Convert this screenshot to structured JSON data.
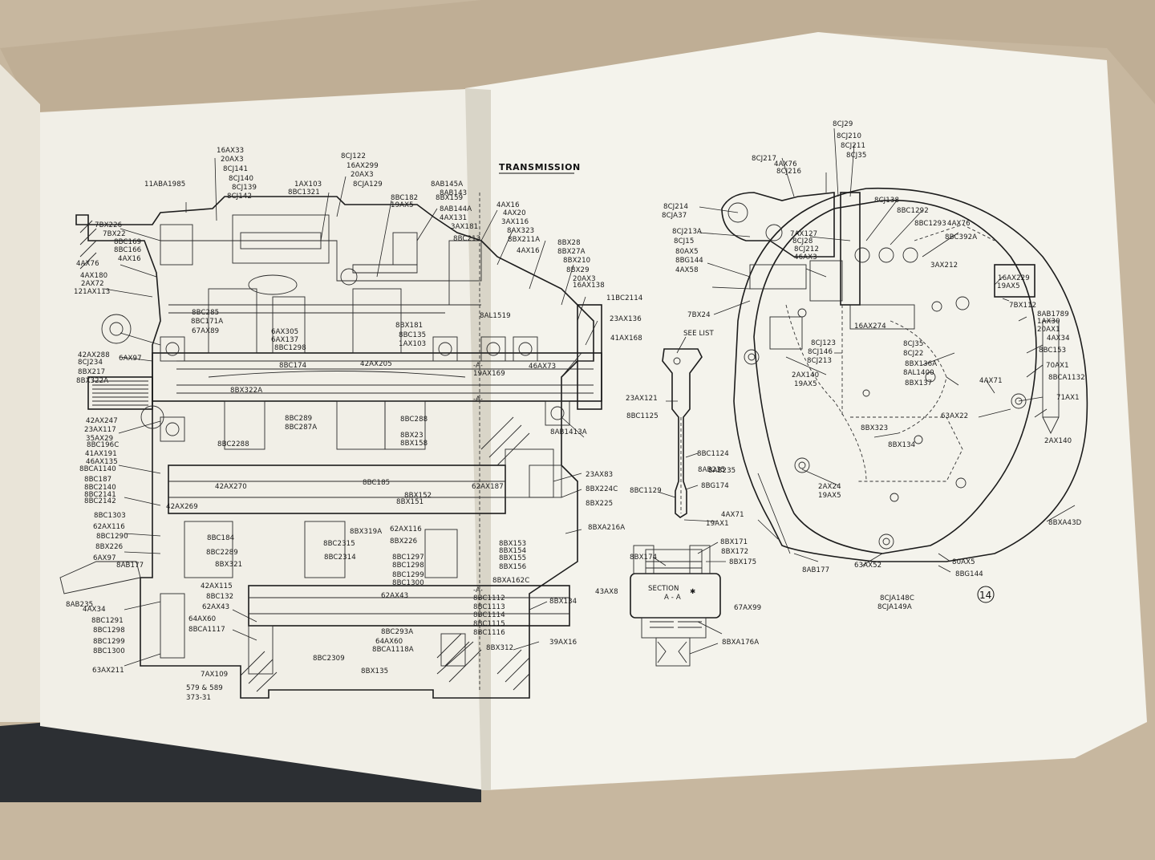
{
  "page": {
    "title": "TRANSMISSION",
    "page_number": "14"
  },
  "section_label": "SECTION\nA - A",
  "section_markers": [
    "-A-",
    "-A-",
    "-A-"
  ],
  "see_list": "SEE LIST",
  "drawing_refs": [
    "579 & 589",
    "373-31"
  ],
  "left_labels": [
    "16AX33",
    "20AX3",
    "8CJ141",
    "8CJ140",
    "8CJ139",
    "8CJ142",
    "11ABA1985",
    "8CJ122",
    "16AX299",
    "20AX3",
    "8CJA129",
    "1AX103",
    "8BC1321",
    "8BC182",
    "19AX5",
    "8BX159",
    "8AB145A",
    "8AB143",
    "8AB144A",
    "4AX131",
    "3AX181",
    "8BC213",
    "7BX226",
    "7BX22",
    "8BC169",
    "8BC166",
    "4AX16",
    "4AX76",
    "4AX180",
    "2AX72",
    "121AX113",
    "8BC285",
    "8BC171A",
    "67AX89",
    "6AX305",
    "6AX137",
    "8BC1298",
    "8BX181",
    "8BC135",
    "1AX103",
    "42AX288",
    "8CJ234",
    "6AX97",
    "8BX217",
    "8BX322A",
    "8BC174",
    "42AX205",
    "8AL1519",
    "8BX322A",
    "42AX247",
    "23AX117",
    "35AX29",
    "8BC196C",
    "41AX191",
    "46AX135",
    "8BCA1140",
    "8BC187",
    "8BC2140",
    "8BC2141",
    "8BC2142",
    "8BC2288",
    "8BC289",
    "8BC287A",
    "8BC288",
    "8BX23",
    "8BX158",
    "42AX270",
    "42AX269",
    "8BC185",
    "8BX152",
    "8BX151",
    "62AX187",
    "8BC1303",
    "62AX116",
    "8BC1290",
    "8BX226",
    "6AX97",
    "8AB177",
    "8BC184",
    "8BC2289",
    "8BX321",
    "8BC2315",
    "8BC2314",
    "8BX319A",
    "62AX116",
    "8BX226",
    "8BC1297",
    "8BC1298",
    "8BC1299",
    "8BC1300",
    "8BX153",
    "8BX154",
    "8BX155",
    "8BX156",
    "8BXA162C",
    "8AB235",
    "4AX34",
    "8BC1291",
    "8BC1298",
    "8BC1299",
    "8BC1300",
    "63AX211",
    "42AX115",
    "8BC132",
    "62AX43",
    "64AX60",
    "8BCA1117",
    "62AX43",
    "8BC293A",
    "64AX60",
    "8BCA1118A",
    "8BC1112",
    "8BC1113",
    "8BC1114",
    "8BC1115",
    "8BC1116",
    "8BC2309",
    "8BX135",
    "7AX109",
    "8BX312",
    "39AX16",
    "8BX134"
  ],
  "middle_labels": [
    "4AX16",
    "4AX20",
    "3AX116",
    "8AX323",
    "8BX211A",
    "4AX16",
    "8BX28",
    "8BX27A",
    "8BX210",
    "8BX29",
    "20AX3",
    "16AX138",
    "11BC2114",
    "23AX136",
    "41AX168",
    "46AX73",
    "19AX169",
    "8AB1413A",
    "23AX83",
    "8BX224C",
    "8BX225",
    "8BXA216A"
  ],
  "center_labels": [
    "23AX121",
    "8BC1125",
    "8BC1124",
    "8AB235",
    "8BC1129",
    "8BG174",
    "19AX1",
    "8BX174",
    "8BX171",
    "8BX172",
    "8BX175",
    "43AX8",
    "67AX99",
    "8BXA176A"
  ],
  "right_labels": [
    "8CJ29",
    "8CJ210",
    "8CJ211",
    "8CJ35",
    "8CJ217",
    "4AX76",
    "8CJ216",
    "8CJ214",
    "8CJA37",
    "8CJ213A",
    "8CJ15",
    "80AX5",
    "8BG144",
    "4AX58",
    "8CJ138",
    "8BC1292",
    "8BC1293",
    "4AX76",
    "8BC392A",
    "7AX127",
    "8CJ28",
    "8CJ212",
    "46AX3",
    "3AX212",
    "16AX229",
    "19AX5",
    "7BX112",
    "7BX24",
    "8AB1789",
    "1AX30",
    "20AX1",
    "4AX34",
    "8BC153",
    "8CJ123",
    "8CJ146",
    "8CJ213",
    "16AX274",
    "8CJ35",
    "8CJ22",
    "8BX136A",
    "8AL1400",
    "8BX137",
    "2AX140",
    "19AX5",
    "4AX71",
    "70AX1",
    "8BCA1132",
    "71AX1",
    "63AX22",
    "2AX140",
    "8BX323",
    "8BX134",
    "2AX24",
    "19AX5",
    "8AB235",
    "4AX71",
    "8BXA43D",
    "8AB177",
    "63AX52",
    "80AX5",
    "8BG144",
    "8CJA148C",
    "8CJA149A"
  ]
}
